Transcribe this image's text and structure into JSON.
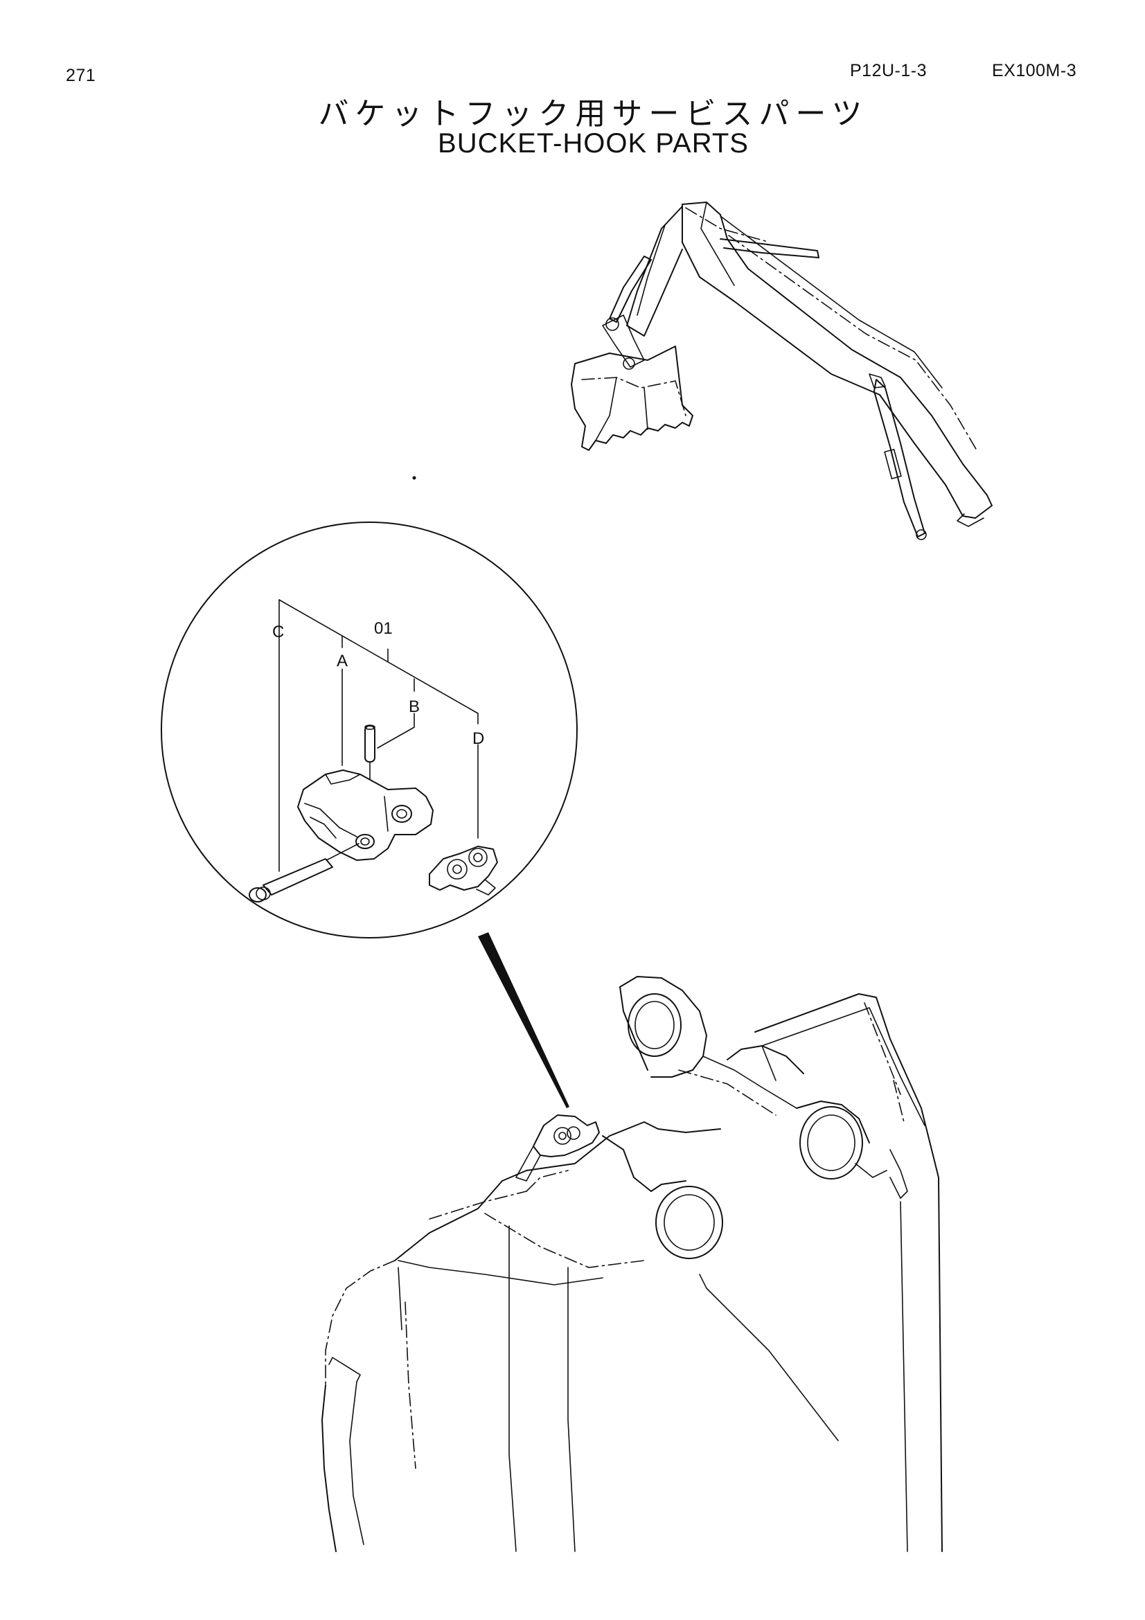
{
  "header": {
    "page_number": "271",
    "section_code": "P12U-1-3",
    "model_code": "EX100M-3"
  },
  "title": {
    "japanese": "バケットフック用サービスパーツ",
    "english": "BUCKET-HOOK PARTS"
  },
  "callouts": {
    "assembly": "01",
    "part_a": "A",
    "part_b": "B",
    "part_c": "C",
    "part_d": "D"
  },
  "colors": {
    "line": "#111111",
    "background": "#ffffff"
  }
}
